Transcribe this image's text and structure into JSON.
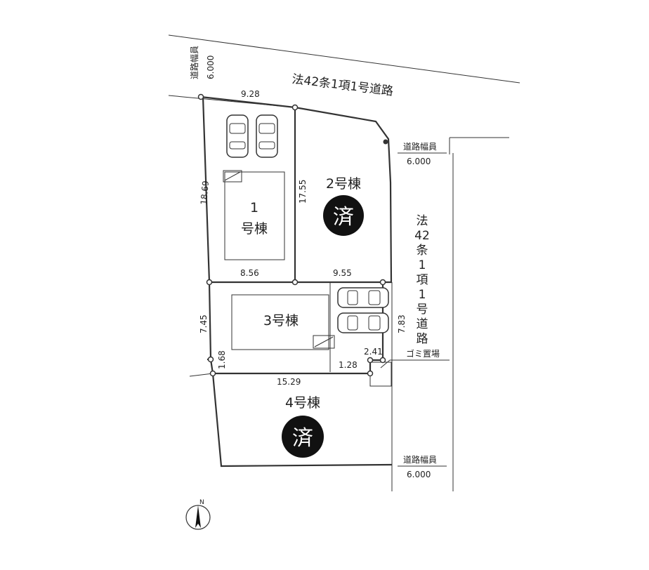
{
  "roads": {
    "north_label": "法42条1項1号道路",
    "east_label_chars": [
      "法",
      "42",
      "条",
      "1",
      "項",
      "1",
      "号",
      "道",
      "路"
    ],
    "width_title": "道路幅員",
    "width_value": "6.000",
    "north_width_title": "道路幅員",
    "north_width_value": "6.000"
  },
  "lots": {
    "lot1": {
      "label_line1": "1",
      "label_line2": "号棟"
    },
    "lot2": {
      "label": "2号棟",
      "badge": "済"
    },
    "lot3": {
      "label": "3号棟"
    },
    "lot4": {
      "label": "4号棟",
      "badge": "済"
    }
  },
  "dimensions": {
    "top_lot1": "9.28",
    "west_lot1": "18.69",
    "lot1_lot2_boundary": "17.55",
    "lot1_south": "8.56",
    "lot2_south": "9.55",
    "lot3_west": "7.45",
    "lot3_east": "7.83",
    "lot3_sw_notch": "1.68",
    "lot3_se_a": "2.41",
    "lot3_se_b": "1.28",
    "lot4_north": "15.29"
  },
  "garbage_area": "ゴミ置場",
  "north_arrow": "N"
}
